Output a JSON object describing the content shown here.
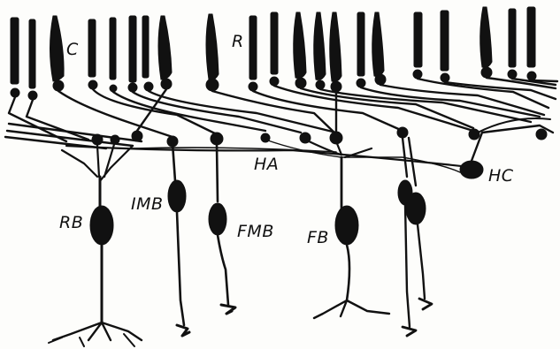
{
  "labels": {
    "C": "C",
    "R": "R",
    "HA": "HA",
    "HC": "HC",
    "RB": "RB",
    "IMB": "IMB",
    "FMB": "FMB",
    "FB": "FB"
  },
  "colors": {
    "ink": "#111111",
    "paper": "#fdfdfb"
  }
}
